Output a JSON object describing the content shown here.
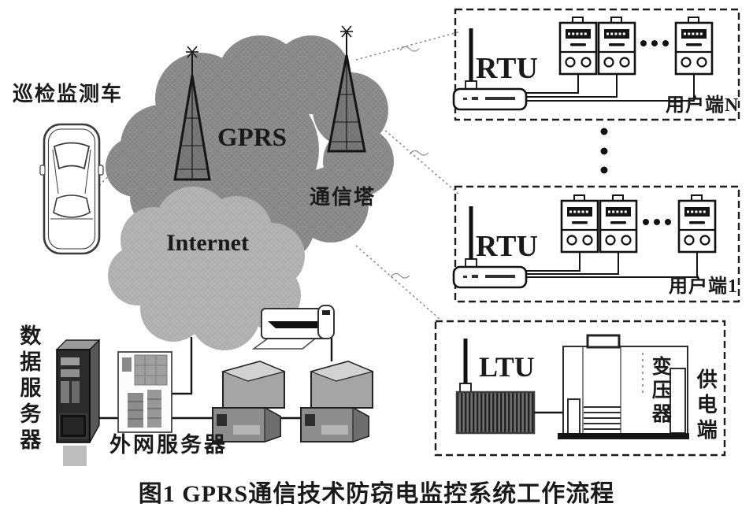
{
  "figure": {
    "caption": "图1 GPRS通信技术防窃电监控系统工作流程"
  },
  "cloud_network": {
    "gprs_label": "GPRS",
    "internet_label": "Internet",
    "comm_tower_label": "通信塔"
  },
  "monitoring": {
    "patrol_vehicle_label": "巡检监测车"
  },
  "servers": {
    "data_server_label": "数据服务器",
    "extranet_server_label": "外网服务器"
  },
  "user_boxes": [
    {
      "device_label": "RTU",
      "box_label": "用户端N"
    },
    {
      "device_label": "RTU",
      "box_label": "用户端1"
    }
  ],
  "power_box": {
    "device_label": "LTU",
    "transformer_label": "变压器",
    "box_label": "供电端"
  },
  "colors": {
    "gprs_cloud": "#909090",
    "internet_cloud": "#b7b7b7",
    "ink": "#1c1c1c",
    "wireless_link": "#8c8c8c"
  }
}
